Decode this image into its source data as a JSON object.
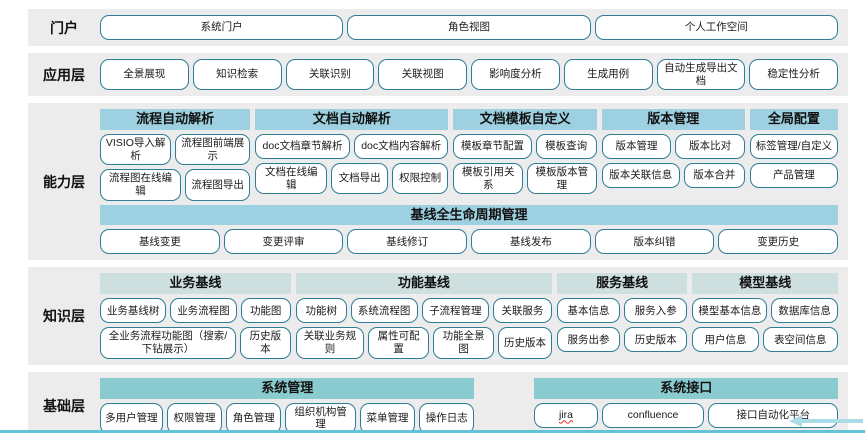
{
  "page": {
    "colors": {
      "band_bg": "#ececec",
      "header_blue": "#9dd0e0",
      "header_pale": "#cddfdf",
      "header_teal": "#8acbcf",
      "box_border": "#2e7d95",
      "bottom_line": "#62c3d6",
      "arrow": "#aadce8"
    },
    "misspelled_item": "jira"
  },
  "layers": {
    "portal": {
      "label": "门户",
      "items": [
        "系统门户",
        "角色视图",
        "个人工作空间"
      ]
    },
    "application": {
      "label": "应用层",
      "items": [
        "全景展现",
        "知识检索",
        "关联识别",
        "关联视图",
        "影响度分析",
        "生成用例",
        "自动生成导出文档",
        "稳定性分析"
      ]
    },
    "capability": {
      "label": "能力层",
      "groups": [
        {
          "header": "流程自动解析",
          "rows": [
            [
              "VISIO导入解析",
              "流程图前端展示"
            ],
            [
              "流程图在线编辑",
              "流程图导出"
            ]
          ]
        },
        {
          "header": "文档自动解析",
          "rows": [
            [
              "doc文档章节解析",
              "doc文档内容解析"
            ],
            [
              "文档在线编辑",
              "文档导出",
              "权限控制"
            ]
          ]
        },
        {
          "header": "文档模板自定义",
          "rows": [
            [
              "模板章节配置",
              "模板查询"
            ],
            [
              "模板引用关系",
              "模板版本管理"
            ]
          ]
        },
        {
          "header": "版本管理",
          "rows": [
            [
              "版本管理",
              "版本比对"
            ],
            [
              "版本关联信息",
              "版本合并"
            ]
          ]
        },
        {
          "header": "全局配置",
          "rows": [
            [
              "标签管理/自定义"
            ],
            [
              "产品管理"
            ]
          ]
        }
      ],
      "baseline": {
        "header": "基线全生命周期管理",
        "items": [
          "基线变更",
          "变更评审",
          "基线修订",
          "基线发布",
          "版本纠错",
          "变更历史"
        ]
      }
    },
    "knowledge": {
      "label": "知识层",
      "groups": [
        {
          "header": "业务基线",
          "rows": [
            [
              "业务基线树",
              "业务流程图",
              "功能图"
            ],
            [
              "全业务流程功能图（搜索/下钻展示）",
              "历史版本"
            ]
          ]
        },
        {
          "header": "功能基线",
          "rows": [
            [
              "功能树",
              "系统流程图",
              "子流程管理",
              "关联服务"
            ],
            [
              "关联业务规则",
              "属性可配置",
              "功能全景图",
              "历史版本"
            ]
          ]
        },
        {
          "header": "服务基线",
          "rows": [
            [
              "基本信息",
              "服务入参"
            ],
            [
              "服务出参",
              "历史版本"
            ]
          ]
        },
        {
          "header": "模型基线",
          "rows": [
            [
              "模型基本信息",
              "数据库信息"
            ],
            [
              "用户信息",
              "表空间信息"
            ]
          ]
        }
      ]
    },
    "foundation": {
      "label": "基础层",
      "groups": [
        {
          "header": "系统管理",
          "items": [
            "多用户管理",
            "权限管理",
            "角色管理",
            "组织机构管理",
            "菜单管理",
            "操作日志"
          ]
        },
        {
          "header": "系统接口",
          "items": [
            "jira",
            "confluence",
            "接口自动化平台"
          ]
        }
      ]
    }
  }
}
